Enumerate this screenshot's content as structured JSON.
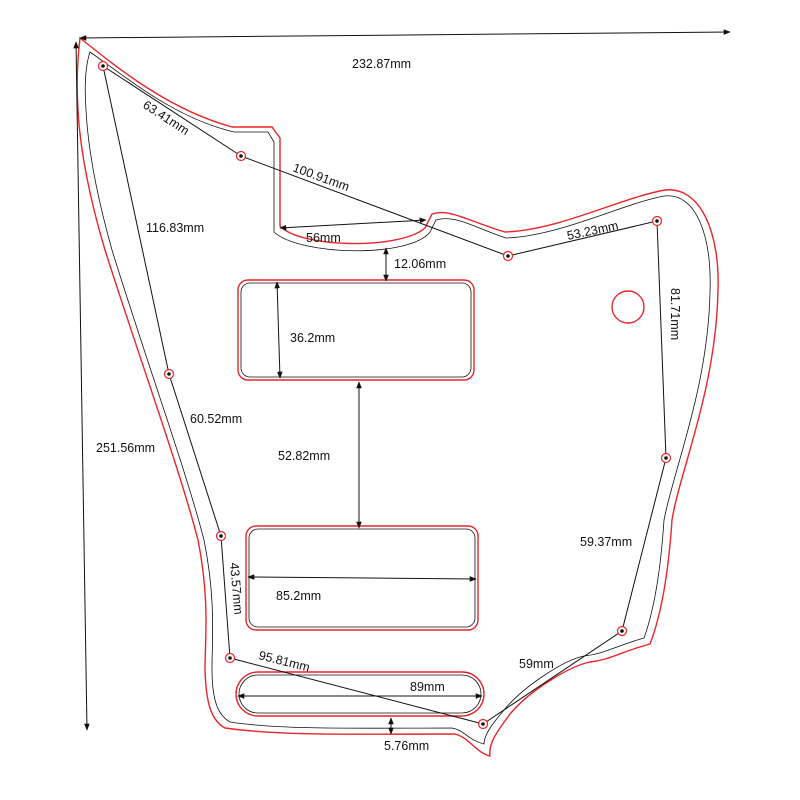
{
  "dimensions": {
    "overall_width": "232.87mm",
    "overall_height": "251.56mm",
    "hole_1_2": "63.41mm",
    "hole_2_3": "100.91mm",
    "hole_3_4": "53.23mm",
    "hole_4_5": "81.71mm",
    "hole_5_6": "59.37mm",
    "hole_6_7": "59mm",
    "hole_7_8": "95.81mm",
    "hole_8_9": "43.57mm",
    "hole_9_10": "60.52mm",
    "hole_10_1": "116.83mm",
    "neck_notch_width": "56mm",
    "notch_to_pickup_gap": "12.06mm",
    "pickup_height": "36.2mm",
    "pickup_spacing": "52.82mm",
    "pickup_width": "85.2mm",
    "bottom_slot_width": "89mm",
    "bottom_slot_margin": "5.76mm"
  },
  "colors": {
    "outline": "#e8252a",
    "dimension_lines": "#111111",
    "background": "#ffffff"
  }
}
